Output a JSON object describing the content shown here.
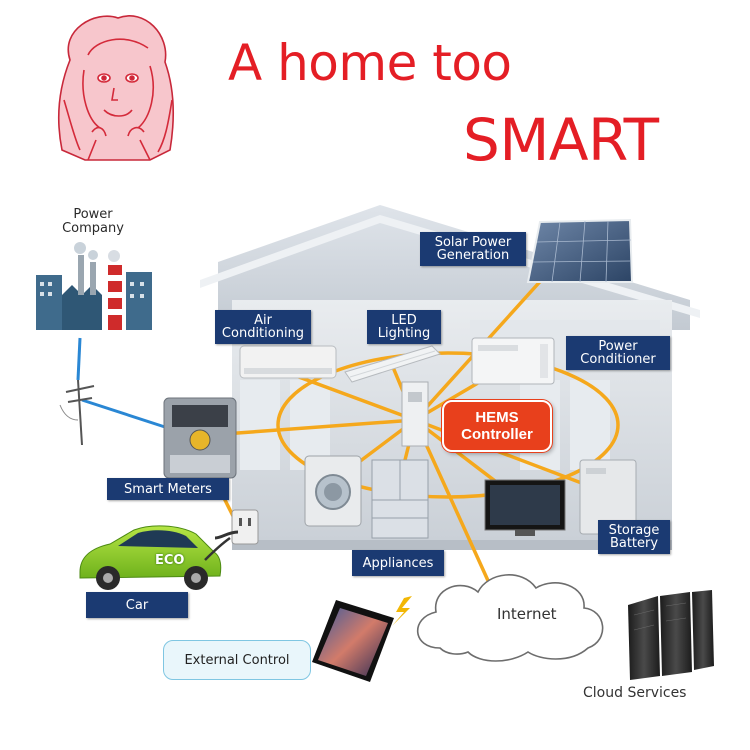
{
  "title": {
    "line1": "A home too",
    "line2": "SMART"
  },
  "colors": {
    "title": "#e41e25",
    "label_bg": "#1b3a72",
    "hems": "#e8401c",
    "network_line": "#f5a81c",
    "power_line": "#2a87d4",
    "house": "#d8dde3"
  },
  "icons": {
    "logo": "woman-face-illustration",
    "power_plant": "factory-icon",
    "utility_pole": "utility-pole-icon",
    "meter": "smart-meter-icon",
    "car": "eco-car-icon",
    "plug": "power-outlet-icon",
    "ac": "air-conditioner-icon",
    "led": "led-tube-icon",
    "solar": "solar-panel-icon",
    "conditioner": "power-conditioner-icon",
    "controller": "hems-controller-icon",
    "washer": "washing-machine-icon",
    "fridge": "refrigerator-icon",
    "tv": "television-icon",
    "battery": "storage-battery-icon",
    "tablet": "tablet-icon",
    "cloud": "cloud-icon",
    "servers": "server-rack-icon",
    "lightning": "lightning-icon"
  },
  "labels": {
    "power_company": [
      "Power",
      "Company"
    ],
    "solar": [
      "Solar Power",
      "Generation"
    ],
    "air_conditioning": [
      "Air",
      "Conditioning"
    ],
    "led_lighting": [
      "LED",
      "Lighting"
    ],
    "power_conditioner": [
      "Power",
      "Conditioner"
    ],
    "hems": [
      "HEMS",
      "Controller"
    ],
    "smart_meters": "Smart Meters",
    "storage_battery": [
      "Storage",
      "Battery"
    ],
    "appliances": "Appliances",
    "car": "Car",
    "car_badge": "ECO",
    "internet": "Internet",
    "external_control": "External Control",
    "cloud_services": "Cloud Services"
  }
}
